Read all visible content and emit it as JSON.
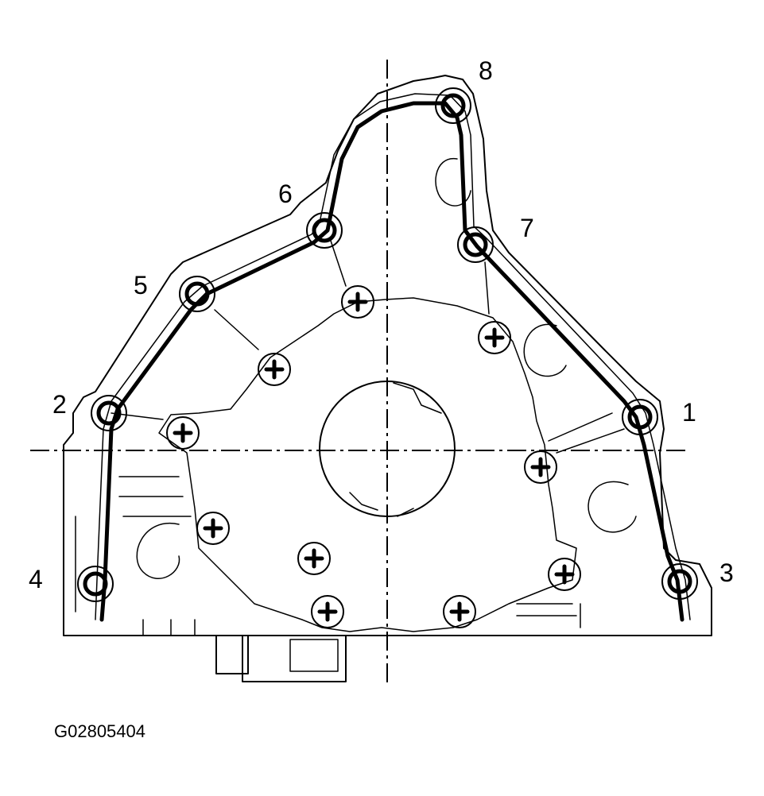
{
  "figure_code": "G02805404",
  "bolt_labels": [
    "1",
    "2",
    "3",
    "4",
    "5",
    "6",
    "7",
    "8"
  ]
}
